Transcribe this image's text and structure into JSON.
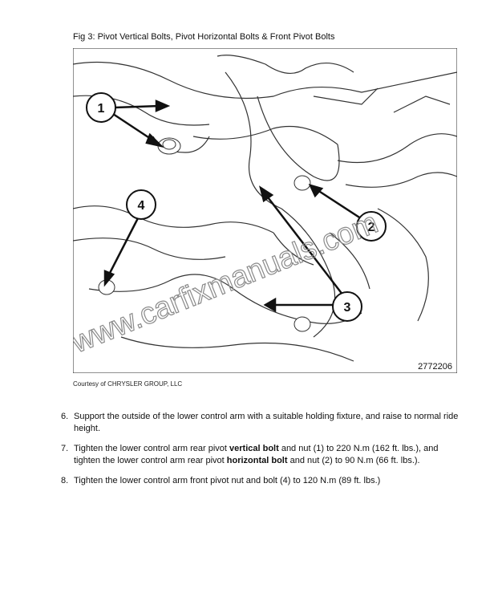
{
  "figure": {
    "caption": "Fig 3: Pivot Vertical Bolts, Pivot Horizontal Bolts & Front Pivot Bolts",
    "callouts": [
      "1",
      "2",
      "3",
      "4"
    ],
    "image_number": "2772206",
    "watermark": "www.carfixmanuals.com",
    "courtesy": "Courtesy of CHRYSLER GROUP, LLC"
  },
  "steps": [
    {
      "number": "6.",
      "parts": [
        {
          "text": "Support the outside of the lower control arm with a suitable holding fixture, and raise to normal ride height.",
          "bold": false
        }
      ]
    },
    {
      "number": "7.",
      "parts": [
        {
          "text": "Tighten the lower control arm rear pivot ",
          "bold": false
        },
        {
          "text": "vertical bolt",
          "bold": true
        },
        {
          "text": "  and nut (1) to 220 N.m (162 ft. lbs.), and tighten the lower control arm rear pivot ",
          "bold": false
        },
        {
          "text": "horizontal bolt",
          "bold": true
        },
        {
          "text": "  and nut (2) to 90 N.m (66 ft. lbs.).",
          "bold": false
        }
      ]
    },
    {
      "number": "8.",
      "parts": [
        {
          "text": "Tighten the lower control arm front pivot nut and bolt (4) to 120 N.m (89 ft. lbs.)",
          "bold": false
        }
      ]
    }
  ]
}
